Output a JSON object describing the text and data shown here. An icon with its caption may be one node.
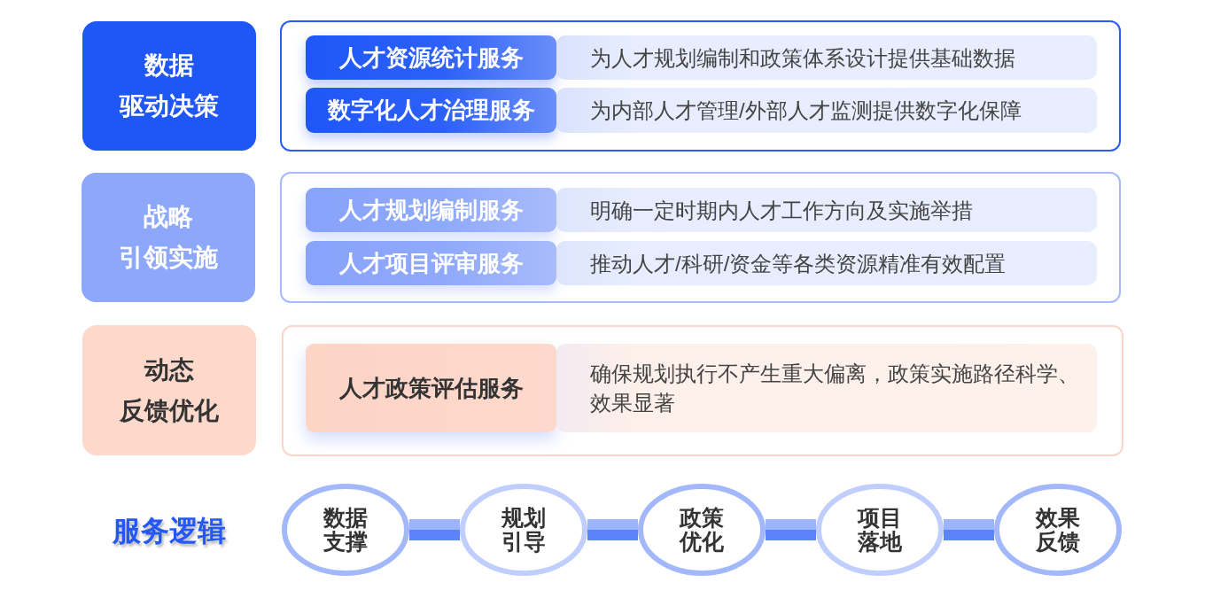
{
  "diagram": {
    "nodes": [
      {
        "text": [
          "数据",
          "驱动决策"
        ]
      },
      {
        "text": [],
        "shape": "box"
      },
      {
        "text": [
          "人才资源统计服务"
        ],
        "in": 1
      },
      {
        "text": [
          "为人才规划编制和政策体系设计提供基础数据"
        ],
        "in": 1
      },
      {
        "text": [
          "数字化人才治理服务"
        ],
        "in": 1
      },
      {
        "text": [
          "为内部人才管理/外部人才监测提供数字化保障"
        ],
        "in": 1
      },
      {
        "text": [
          "战略",
          "引领实施"
        ]
      },
      {
        "text": [],
        "shape": "box"
      },
      {
        "text": [
          "人才规划编制服务"
        ],
        "in": 7
      },
      {
        "text": [
          "明确一定时期内人才工作方向及实施举措"
        ],
        "in": 7
      },
      {
        "text": [
          "人才项目评审服务"
        ],
        "in": 7
      },
      {
        "text": [
          "推动人才/科研/资金等各类资源精准有效配置"
        ],
        "in": 7
      },
      {
        "text": [
          "动态",
          "反馈优化"
        ]
      },
      {
        "text": [],
        "shape": "box"
      },
      {
        "text": [
          "人才政策评估服务"
        ],
        "in": 13
      },
      {
        "text": [
          "确保规划执行不产生重大偏离，政策实施路径科学、效果显著"
        ],
        "in": 13
      },
      {
        "text": [
          "数据支撑"
        ]
      },
      {
        "text": [
          "规划引导"
        ]
      },
      {
        "text": [
          "政策优化"
        ]
      },
      {
        "text": [
          "项目落地"
        ]
      },
      {
        "text": [
          "效果反馈"
        ]
      }
    ],
    "edges": [
      {
        "from": 16,
        "to": 17,
        "arrow": "none"
      },
      {
        "from": 17,
        "to": 18,
        "arrow": "none"
      },
      {
        "from": 18,
        "to": 19,
        "arrow": "none"
      },
      {
        "from": 19,
        "to": 20,
        "arrow": "none"
      }
    ],
    "labels": [
      "服务逻辑"
    ]
  }
}
